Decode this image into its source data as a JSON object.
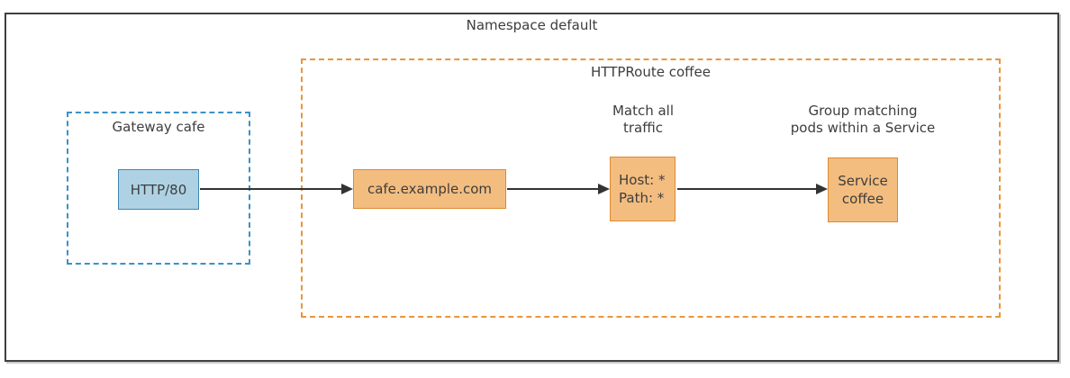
{
  "title": "Namespace default",
  "groups": {
    "gateway": {
      "label": "Gateway cafe"
    },
    "httproute": {
      "label": "HTTPRoute coffee"
    }
  },
  "nodes": {
    "listener": {
      "label": "HTTP/80"
    },
    "hostname": {
      "label": "cafe.example.com"
    },
    "match": {
      "lines": [
        "Host: *",
        "Path: *"
      ]
    },
    "service": {
      "lines": [
        "Service",
        "coffee"
      ]
    }
  },
  "captions": {
    "match": {
      "lines": [
        "Match all",
        "traffic"
      ]
    },
    "service": {
      "lines": [
        "Group matching",
        "pods within a Service"
      ]
    }
  },
  "colors": {
    "frame_border": "#3f3f3f",
    "gateway_group_border": "#3a92c8",
    "gateway_node_fill": "#aed2e4",
    "gateway_node_border": "#3e86b2",
    "route_group_border": "#e8963c",
    "route_node_fill": "#f3bd80",
    "route_node_border": "#df8a2d",
    "arrow": "#333333",
    "text": "#3d3d3d"
  }
}
